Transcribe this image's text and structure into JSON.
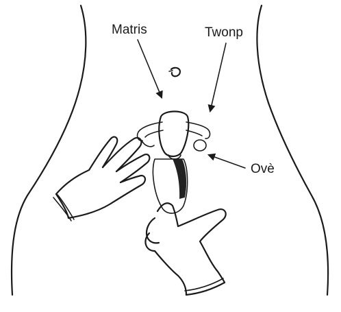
{
  "labels": {
    "uterus": "Matris",
    "tube": "Twonp",
    "ovary": "Ovè"
  },
  "colors": {
    "ink": "#1a1a1a",
    "background": "#ffffff"
  }
}
